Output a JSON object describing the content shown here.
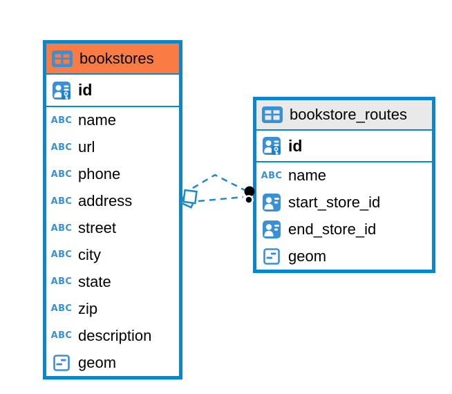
{
  "colors": {
    "blue": "#0d86c8",
    "icon_blue": "#3a90d4",
    "icon_blue_dark": "#1583cf",
    "header_orange": "#f87c44",
    "header_gray": "#e9e9e9",
    "line_blue": "#1f8acb",
    "text": "#000000"
  },
  "icons": {
    "text_type_label": "ABC",
    "table_icon": "table-grid-icon",
    "primary_key_icon": "person-key-icon",
    "reference_icon": "person-card-icon",
    "geometry_icon": "geometry-square-dash-icon"
  },
  "tables": [
    {
      "title": "bookstores",
      "header_style": "orange",
      "primary_key": "id",
      "columns": [
        "name",
        "url",
        "phone",
        "address",
        "street",
        "city",
        "state",
        "zip",
        "description",
        "geom"
      ],
      "column_types": [
        "text",
        "text",
        "text",
        "text",
        "text",
        "text",
        "text",
        "text",
        "text",
        "geometry"
      ]
    },
    {
      "title": "bookstore_routes",
      "header_style": "gray",
      "primary_key": "id",
      "columns": [
        "name",
        "start_store_id",
        "end_store_id",
        "geom"
      ],
      "column_types": [
        "text",
        "reference",
        "reference",
        "geometry"
      ]
    }
  ],
  "relationships": {
    "count": 2,
    "style": "dashed",
    "from_table": "bookstores",
    "to_table": "bookstore_routes",
    "from_endpoint_glyph": "stacked-diamond",
    "to_endpoint_glyph": "stacked-black-dots"
  }
}
